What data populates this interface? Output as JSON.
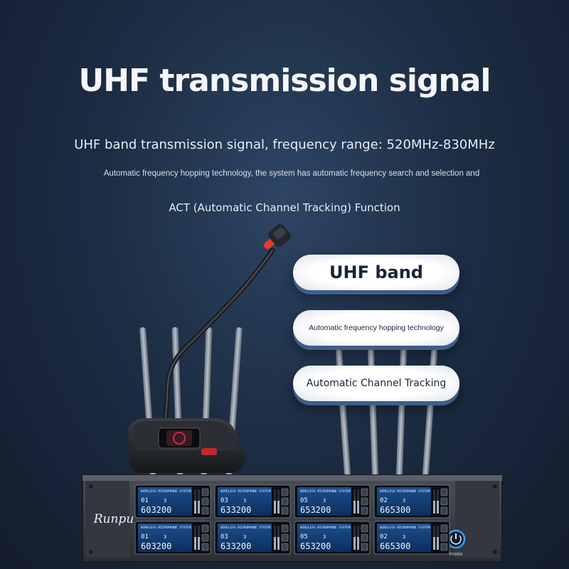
{
  "heading": "UHF transmission signal",
  "subheading": "UHF band transmission signal, frequency range: 520MHz-830MHz",
  "description": "Automatic frequency hopping technology, the system has automatic frequency search and selection and",
  "description2": "ACT (Automatic Channel Tracking) Function",
  "features": [
    {
      "label": "UHF band"
    },
    {
      "label": "Automatic frequency hopping technology"
    },
    {
      "label": "Automatic Channel Tracking"
    }
  ],
  "receiver": {
    "brand": "Runpu",
    "screen_title": "WIRELESS MICROPHONE SYSTEM",
    "power_label": "POWER",
    "channels": [
      {
        "ch": "01",
        "grp": "3",
        "freq": "603200"
      },
      {
        "ch": "03",
        "grp": "3",
        "freq": "633200"
      },
      {
        "ch": "05",
        "grp": "3",
        "freq": "653200"
      },
      {
        "ch": "02",
        "grp": "3",
        "freq": "665300"
      },
      {
        "ch": "01",
        "grp": "3",
        "freq": "603200"
      },
      {
        "ch": "03",
        "grp": "3",
        "freq": "633200"
      },
      {
        "ch": "05",
        "grp": "3",
        "freq": "653200"
      },
      {
        "ch": "02",
        "grp": "3",
        "freq": "665300"
      }
    ]
  },
  "colors": {
    "background": "#1d2d44",
    "pill_shadow": "#3e5e8a",
    "mic_ring": "#e23a2c",
    "power_ring": "#3aa0ff"
  }
}
